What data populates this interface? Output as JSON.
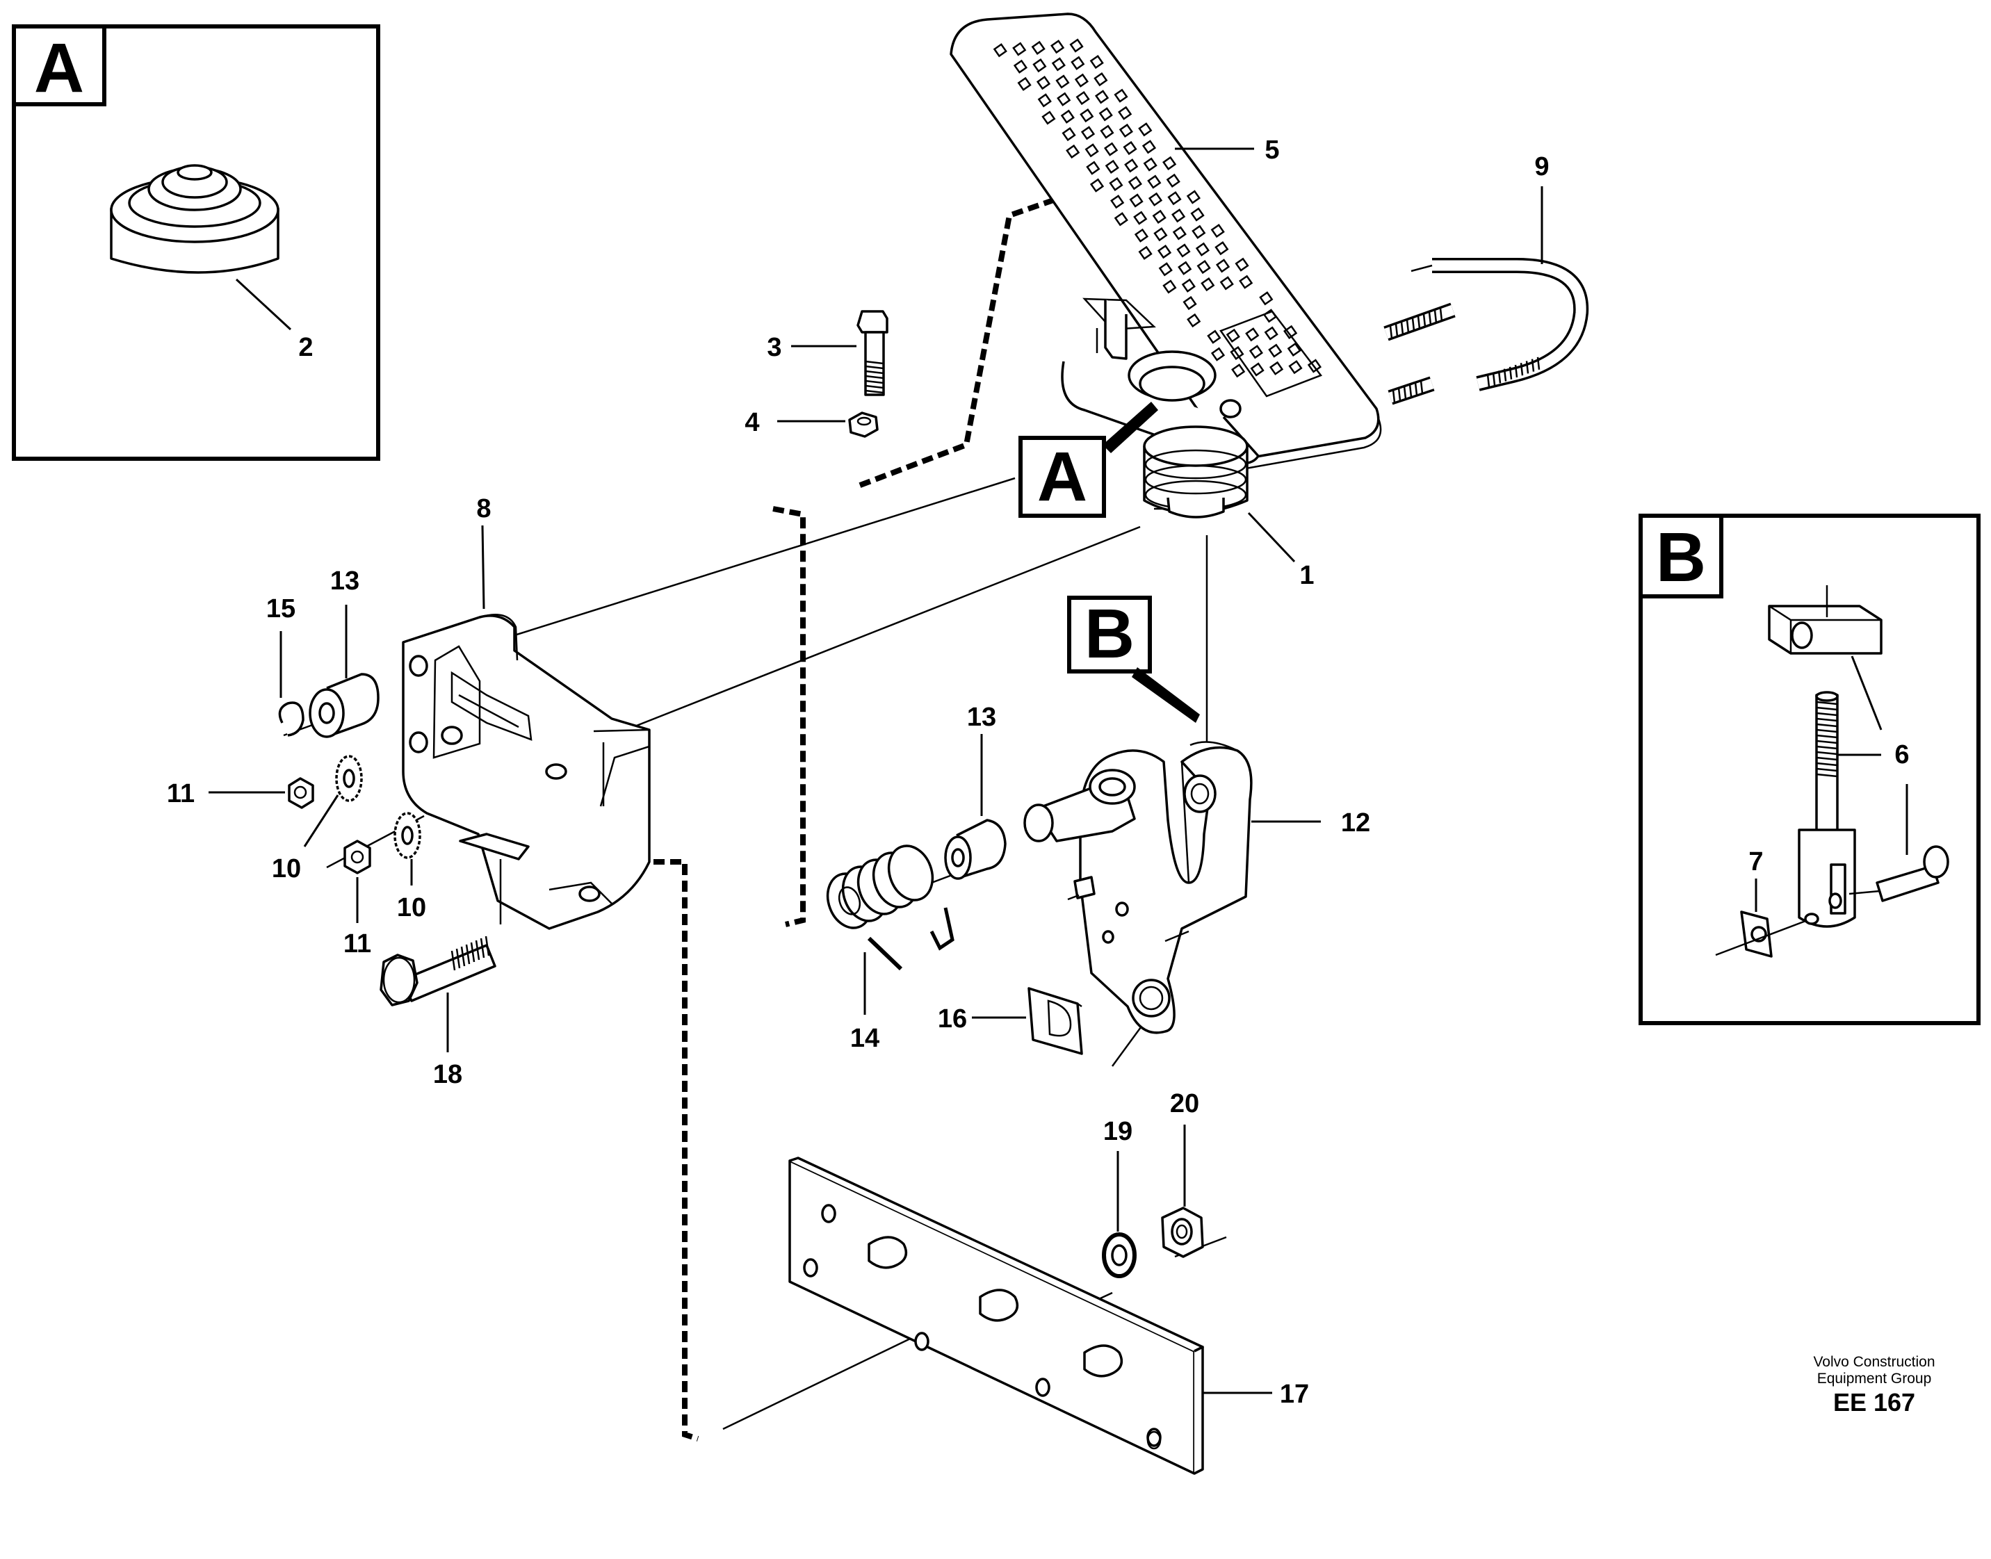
{
  "detail_boxes": {
    "a_inset_letter": "A",
    "b_inset_letter": "B",
    "a_callout_letter": "A",
    "b_callout_letter": "B"
  },
  "part_labels": {
    "p1": "1",
    "p2": "2",
    "p3": "3",
    "p4": "4",
    "p5": "5",
    "p6": "6",
    "p7": "7",
    "p8": "8",
    "p9": "9",
    "p10a": "10",
    "p10b": "10",
    "p11a": "11",
    "p11b": "11",
    "p12": "12",
    "p13a": "13",
    "p13b": "13",
    "p14": "14",
    "p15": "15",
    "p16": "16",
    "p17": "17",
    "p18": "18",
    "p19": "19",
    "p20": "20"
  },
  "footer": {
    "company_line1": "Volvo Construction",
    "company_line2": "Equipment Group",
    "drawing_code": "EE 167"
  }
}
